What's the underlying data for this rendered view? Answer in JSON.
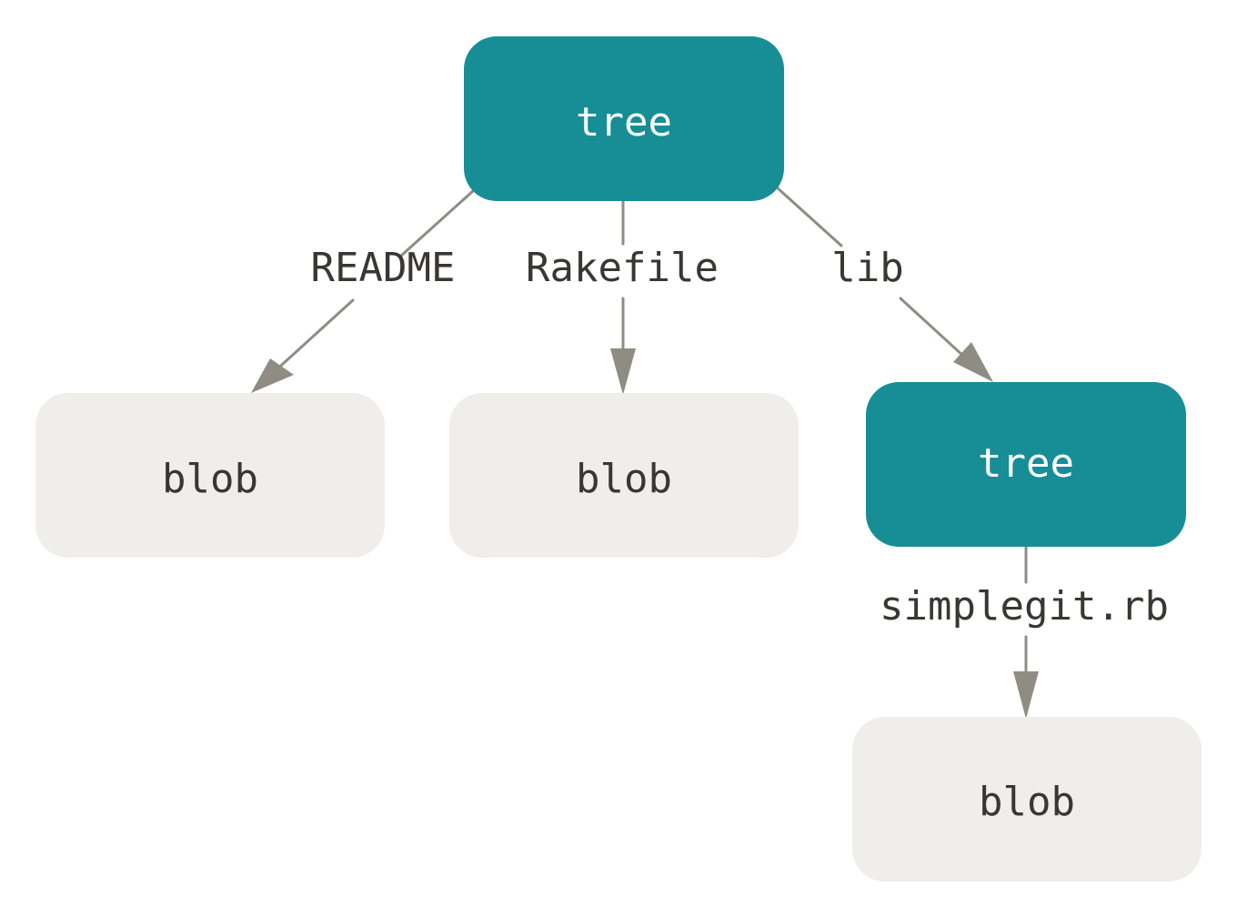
{
  "colors": {
    "tree_fill": "#178e96",
    "tree_text": "#ffffff",
    "blob_fill": "#efeeea",
    "blob_text": "#3a3632",
    "edge": "#8f8c83",
    "label_text": "#3a3632",
    "background": "#ffffff"
  },
  "nodes": {
    "root_tree": {
      "label": "tree",
      "kind": "tree"
    },
    "blob_readme": {
      "label": "blob",
      "kind": "blob"
    },
    "blob_rakefile": {
      "label": "blob",
      "kind": "blob"
    },
    "lib_tree": {
      "label": "tree",
      "kind": "tree"
    },
    "blob_simplegit": {
      "label": "blob",
      "kind": "blob"
    }
  },
  "edges": {
    "readme": {
      "label": "README",
      "from": "root_tree",
      "to": "blob_readme"
    },
    "rakefile": {
      "label": "Rakefile",
      "from": "root_tree",
      "to": "blob_rakefile"
    },
    "lib": {
      "label": "lib",
      "from": "root_tree",
      "to": "lib_tree"
    },
    "simplegit": {
      "label": "simplegit.rb",
      "from": "lib_tree",
      "to": "blob_simplegit"
    }
  }
}
